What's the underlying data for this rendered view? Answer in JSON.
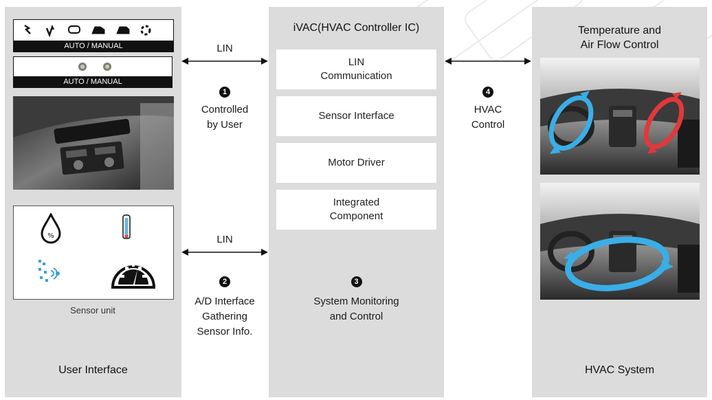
{
  "left": {
    "control_panel_label_1": "AUTO / MANUAL",
    "control_panel_label_2": "AUTO / MANUAL",
    "sensor_unit_label": "Sensor unit",
    "title": "User Interface"
  },
  "center": {
    "title": "iVAC(HVAC Controller IC)",
    "blocks": [
      "LIN\nCommunication",
      "Sensor Interface",
      "Motor Driver",
      "Integrated\nComponent"
    ],
    "step3_number": "3",
    "step3_text": "System Monitoring\nand Control"
  },
  "right": {
    "title": "Temperature and\nAir Flow Control",
    "footer": "HVAC System"
  },
  "connections": {
    "lin_top": "LIN",
    "lin_bottom": "LIN",
    "step1_number": "1",
    "step1_text": "Controlled\nby User",
    "step2_number": "2",
    "step2_text": "A/D Interface\nGathering\nSensor Info.",
    "step4_number": "4",
    "step4_text": "HVAC\nControl"
  },
  "colors": {
    "panel_bg": "#dcdcdc",
    "cool_arrow": "#3aaee8",
    "warm_arrow": "#e0393b"
  }
}
